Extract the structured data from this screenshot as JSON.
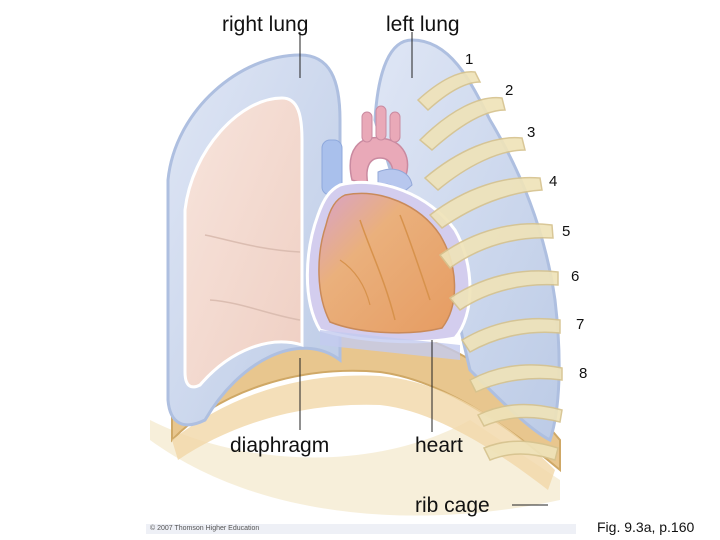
{
  "labels": {
    "right_lung": "right lung",
    "left_lung": "left lung",
    "diaphragm": "diaphragm",
    "heart": "heart",
    "rib_cage": "rib cage"
  },
  "rib_numbers": [
    "1",
    "2",
    "3",
    "4",
    "5",
    "6",
    "7",
    "8"
  ],
  "copyright": "© 2007 Thomson Higher Education",
  "caption": "Fig. 9.3a, p.160",
  "colors": {
    "lung_fill": "#c9d6ea",
    "lung_outline": "#aebfe0",
    "right_lung_inner": "#f3d9cf",
    "heart": "#e9a978",
    "pericardium": "#c5bde6",
    "rib": "#eee0b4",
    "diaphragm": "#e8c68e"
  }
}
